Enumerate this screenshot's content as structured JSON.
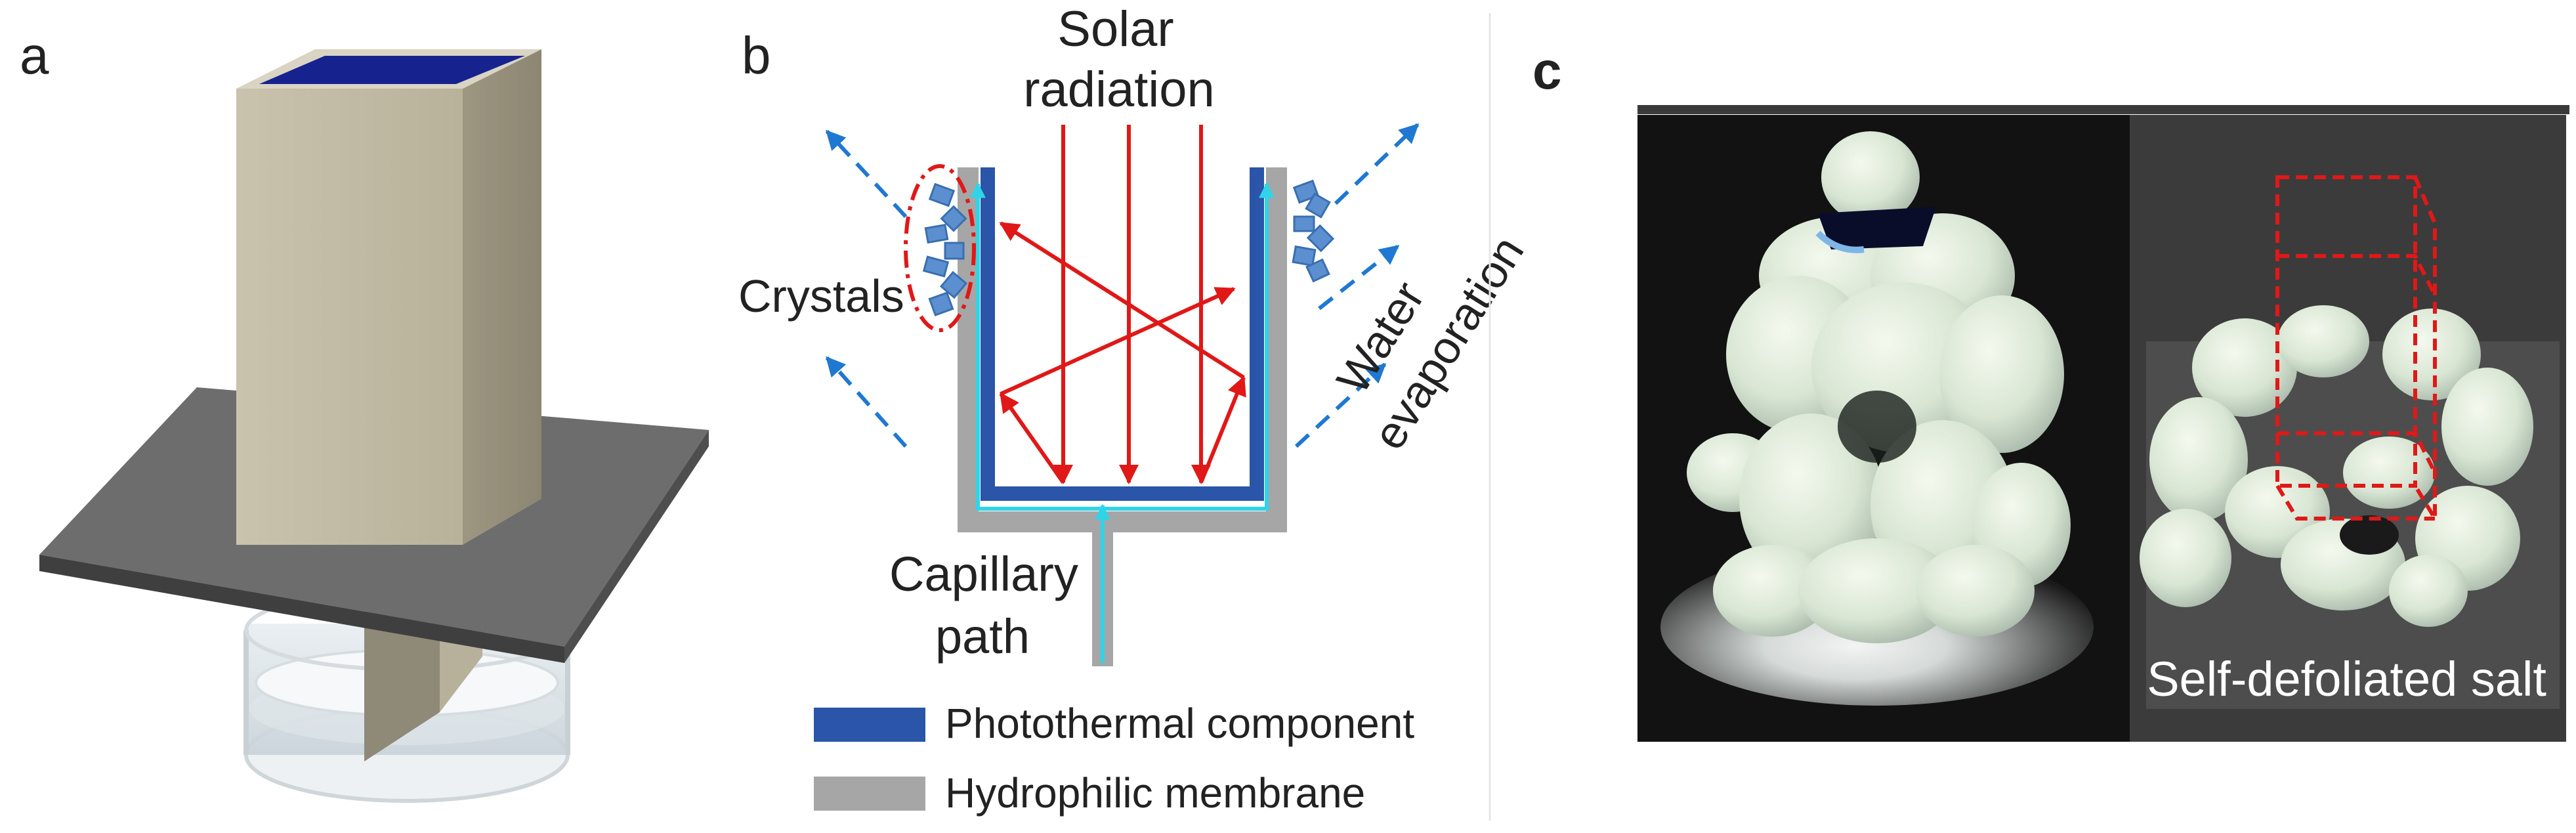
{
  "panels": {
    "a": {
      "letter": "a"
    },
    "b": {
      "letter": "b",
      "solar_line1": "Solar",
      "solar_line2": "radiation",
      "crystals": "Crystals",
      "water_line1": "Water",
      "water_line2": "evaporation",
      "capillary_line1": "Capillary",
      "capillary_line2": "path",
      "legend": [
        {
          "label": "Photothermal component",
          "color": "#2a55a8"
        },
        {
          "label": "Hydrophilic membrane",
          "color": "#a6a6a6"
        }
      ]
    },
    "c": {
      "letter": "c",
      "caption": "Self-defoliated salt"
    }
  },
  "colors": {
    "photothermal": "#2a55a8",
    "membrane": "#a6a6a6",
    "radiation": "#e01818",
    "capillary": "#2fd4e8",
    "vapor": "#1f78d1",
    "crystal": "#5b8fd0",
    "crystal_ring": "#e01818"
  }
}
